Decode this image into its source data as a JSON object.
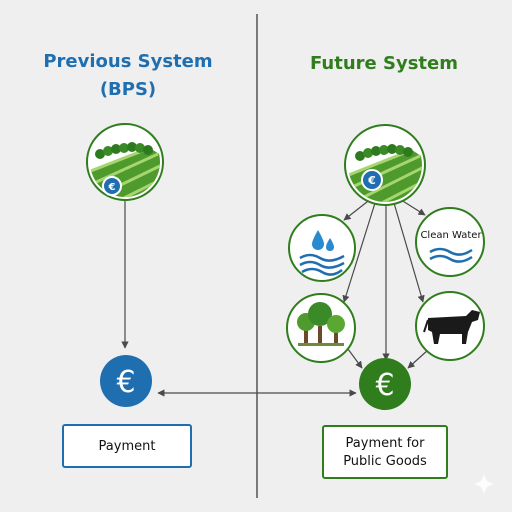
{
  "columns": {
    "previous": {
      "title_line1": "Previous System",
      "title_line2": "(BPS)",
      "payment_label": "Payment",
      "currency_symbol": "€"
    },
    "future": {
      "title": "Future System",
      "payment_label_line1": "Payment for",
      "payment_label_line2": "Public Goods",
      "currency_symbol": "€",
      "public_goods": [
        {
          "name": "water-icon",
          "label": ""
        },
        {
          "name": "clean-water-icon",
          "label": "Clean Water"
        },
        {
          "name": "trees-icon",
          "label": ""
        },
        {
          "name": "cow-icon",
          "label": ""
        }
      ]
    }
  },
  "colors": {
    "background": "#efefef",
    "previous_blue": "#1f6fb0",
    "future_green": "#2f7d1c",
    "divider": "#7a7a7a",
    "arrow": "#4a4a4a"
  }
}
